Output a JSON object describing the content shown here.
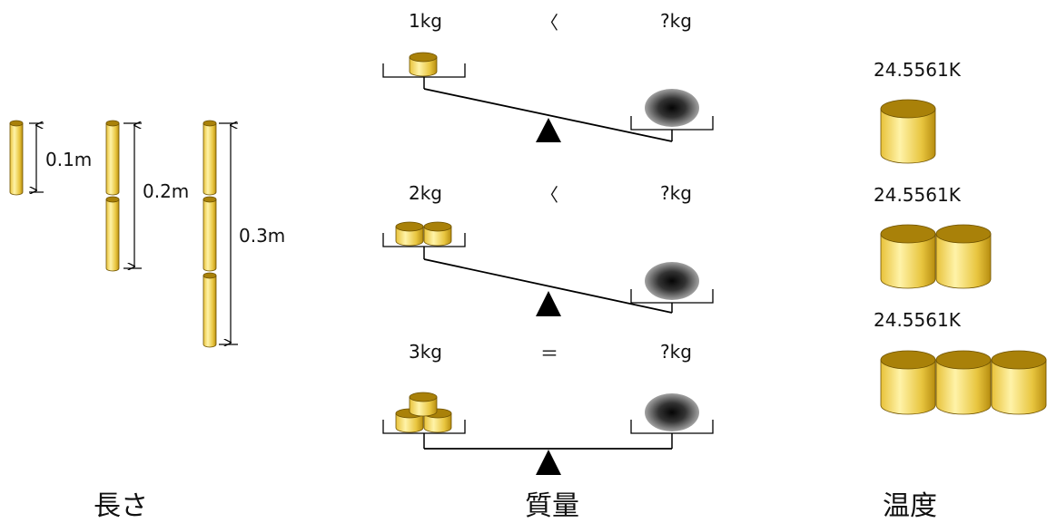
{
  "sections": {
    "length": {
      "title": "長さ",
      "labels": [
        "0.1m",
        "0.2m",
        "0.3m"
      ],
      "rod_segments": [
        1,
        2,
        3
      ]
    },
    "mass": {
      "title": "質量",
      "scales": [
        {
          "left": "1kg",
          "relation": "〈",
          "right": "?kg",
          "left_weights": 1,
          "state": "tilted"
        },
        {
          "left": "2kg",
          "relation": "〈",
          "right": "?kg",
          "left_weights": 2,
          "state": "tilted"
        },
        {
          "left": "3kg",
          "relation": "＝",
          "right": "?kg",
          "left_weights": 3,
          "state": "balanced"
        }
      ]
    },
    "temperature": {
      "title": "温度",
      "labels": [
        "24.5561K",
        "24.5561K",
        "24.5561K"
      ],
      "cylinder_counts": [
        1,
        2,
        3
      ]
    }
  },
  "colors": {
    "gold_light": "#fbe98a",
    "gold_dark": "#b78d0f",
    "gold_top": "#a98109",
    "ball_dark": "#111111",
    "ball_light": "#a0a0a0"
  }
}
